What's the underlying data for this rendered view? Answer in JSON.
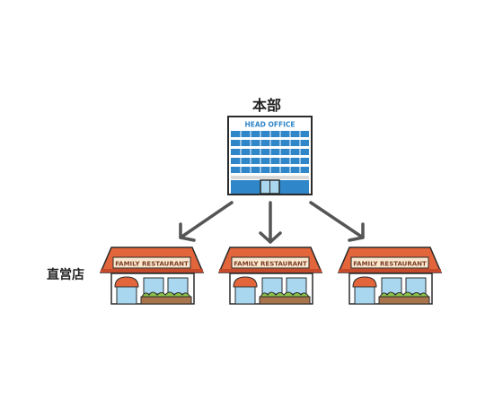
{
  "headquarters": {
    "label": "本部",
    "sign": "HEAD OFFICE"
  },
  "stores": {
    "label": "直営店",
    "items": [
      {
        "sign": "FAMILY RESTAURANT"
      },
      {
        "sign": "FAMILY RESTAURANT"
      },
      {
        "sign": "FAMILY RESTAURANT"
      }
    ]
  },
  "colors": {
    "building_blue": "#2f86c9",
    "building_outline": "#2b2b2b",
    "roof_orange": "#e2653b",
    "roof_band": "#c44a2c",
    "sign_cream": "#fbe8cf",
    "awning_orange": "#e2653b",
    "window_light": "#a9d7f0",
    "planter_brown": "#a8744b",
    "plant_green": "#8cc24a",
    "arrow_gray": "#555555"
  }
}
